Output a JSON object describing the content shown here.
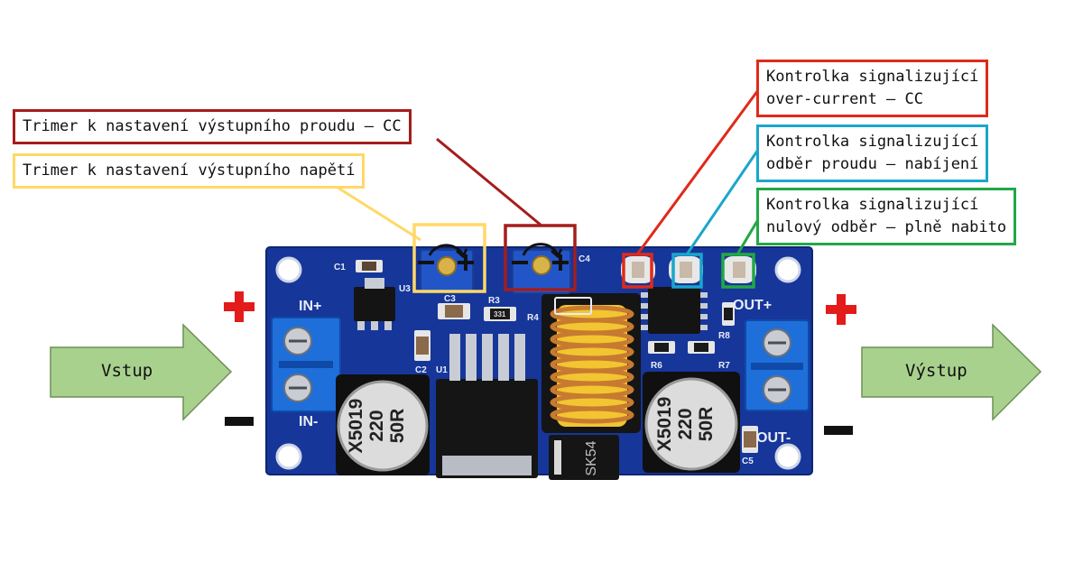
{
  "callouts": {
    "cc_trimmer": "Trimer k nastavení výstupního proudu – CC",
    "voltage_trimmer": "Trimer k nastavení výstupního napětí",
    "led_overcurrent": [
      "Kontrolka signalizující",
      "over-current – CC"
    ],
    "led_charging": [
      "Kontrolka signalizující",
      "odběr proudu – nabíjení"
    ],
    "led_full": [
      "Kontrolka signalizující",
      "nulový odběr – plně nabito"
    ]
  },
  "arrows": {
    "input": "Vstup",
    "output": "Výstup"
  },
  "pcb": {
    "in_plus": "IN+",
    "in_minus": "IN-",
    "out_plus": "OUT+",
    "out_minus": "OUT-",
    "c1": "C1",
    "u3": "U3",
    "c3": "C3",
    "r3": "R3",
    "r4": "R4",
    "c2": "C2",
    "u1": "U1",
    "r6": "R6",
    "r7": "R7",
    "r8": "R8",
    "c5": "C5",
    "c4": "C4",
    "cap_text": [
      "X5019",
      "220",
      "50R"
    ],
    "cap_text_right": [
      "X5019",
      "220",
      "50R"
    ],
    "diode_text": "SK54",
    "res_code": "331"
  },
  "colors": {
    "pcb": "#16369a",
    "terminal": "#1e6fd9",
    "arrow": "#a9d18e",
    "red": "#e02a1a",
    "dark_red": "#a51d1d",
    "yellow": "#ffd966",
    "cyan": "#1aa6cc",
    "green": "#22a845"
  }
}
